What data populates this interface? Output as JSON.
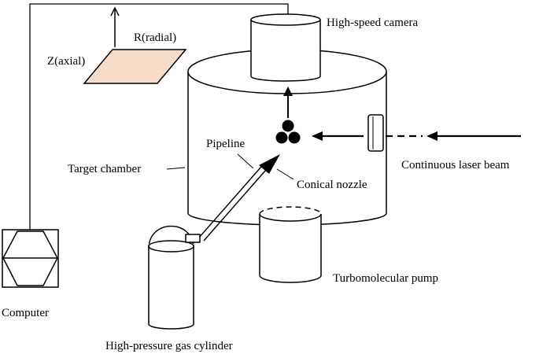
{
  "labels": {
    "high_speed_camera": "High-speed camera",
    "radial_axis": "R(radial)",
    "axial_axis": "Z(axial)",
    "pipeline": "Pipeline",
    "target_chamber": "Target chamber",
    "conical_nozzle": "Conical nozzle",
    "laser_beam": "Continuous laser beam",
    "turbomolecular_pump": "Turbomolecular pump",
    "computer": "Computer",
    "gas_cylinder": "High-pressure gas cylinder"
  },
  "colors": {
    "plane_fill": "#f8dcc8",
    "line": "#000000",
    "background": "#ffffff"
  }
}
